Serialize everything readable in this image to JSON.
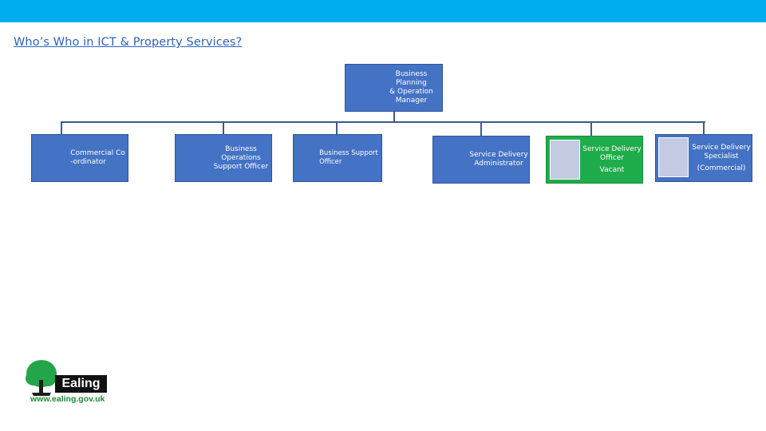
{
  "header": {
    "title": "Who’s Who in ICT & Property Services?"
  },
  "org": {
    "manager": "Business Planning\n& Operation\nManager",
    "roles": [
      {
        "label": "Commercial Co\n-ordinator"
      },
      {
        "label": "Business\nOperations\nSupport Officer"
      },
      {
        "label": "Business Support\nOfficer"
      },
      {
        "label": "Service Delivery\nAdministrator"
      },
      {
        "label": "Service Delivery\nOfficer",
        "note": "Vacant"
      },
      {
        "label": "Service Delivery\nSpecialist",
        "note": "(Commercial)"
      }
    ]
  },
  "logo": {
    "name": "Ealing",
    "url": "www.ealing.gov.uk"
  },
  "colors": {
    "topbar": "#00aeef",
    "box": "#4472c4",
    "vacant": "#1fad4b"
  }
}
